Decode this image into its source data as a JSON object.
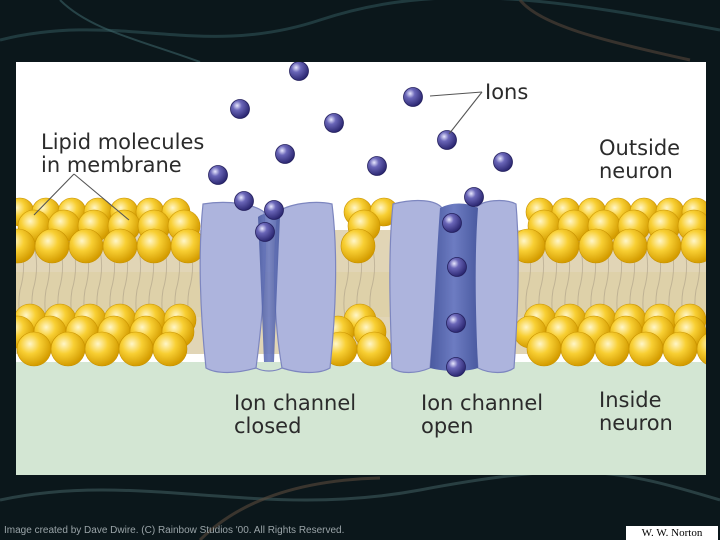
{
  "diagram": {
    "labels": {
      "lipid": "Lipid molecules\nin membrane",
      "ions": "Ions",
      "outside": "Outside\nneuron",
      "inside": "Inside\nneuron",
      "closed": "Ion channel\nclosed",
      "open": "Ion channel\nopen"
    },
    "colors": {
      "membrane_band": "#d7c9a4",
      "lipid_head": "#f6c21e",
      "channel": "#aab2dc",
      "channel_pore": "#5564a8",
      "ion": "#4a4494",
      "inside_fill": "#d3e6d3"
    }
  },
  "footer": {
    "credit": "Image created by Dave Dwire. (C) Rainbow Studios '00. All Rights Reserved.",
    "author": "W. W. Norton"
  }
}
